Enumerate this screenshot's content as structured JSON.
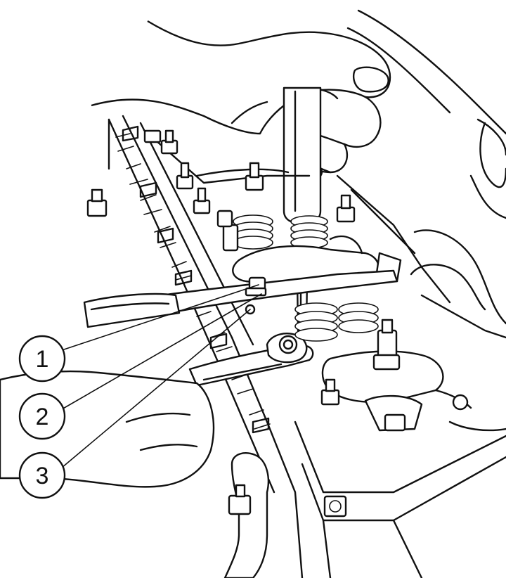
{
  "callouts": [
    {
      "id": "1",
      "label": "1"
    },
    {
      "id": "2",
      "label": "2"
    },
    {
      "id": "3",
      "label": "3"
    }
  ],
  "colors": {
    "line": "#111111",
    "background": "#ffffff"
  }
}
